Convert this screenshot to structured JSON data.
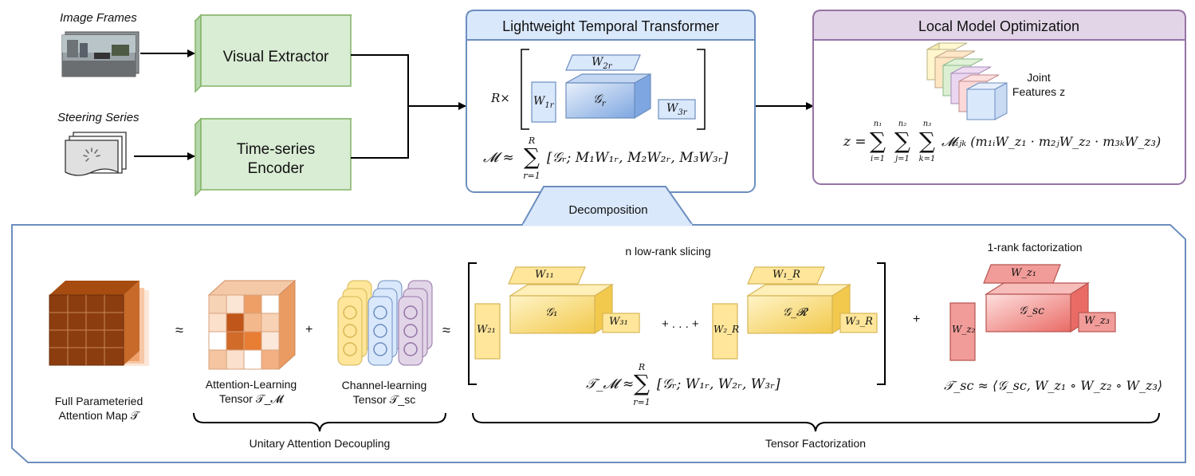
{
  "colors": {
    "extractor_fill": "#d9ecd4",
    "extractor_stroke": "#82b366",
    "transformer_stroke": "#6c8ebf",
    "transformer_header": "#dae8fc",
    "local_stroke": "#9673a6",
    "local_header": "#e1d5e7",
    "yellow_fill": "#ffe69a",
    "yellow_stroke": "#d6b656",
    "red_fill": "#f19c99",
    "red_stroke": "#b85450",
    "blue_fill": "#dae8fc",
    "orange": "#b85d1f"
  },
  "inputs": {
    "image_frames": "Image Frames",
    "steering_series": "Steering Series"
  },
  "blocks": {
    "visual_extractor": "Visual Extractor",
    "ts_encoder_line1": "Time-series",
    "ts_encoder_line2": "Encoder"
  },
  "transformer": {
    "title": "Lightweight Temporal Transformer",
    "repeat": "R×",
    "w1": "W",
    "w1_sub": "1r",
    "w2": "W",
    "w2_sub": "2r",
    "w3": "W",
    "w3_sub": "3r",
    "core": "𝒢",
    "core_sub": "r",
    "formula": "𝓜 ≈ Σ_{r=1}^{R} [𝒢_r; M₁W₁ᵣ, M₂W₂ᵣ, M₃W₃ᵣ]",
    "formula_lhs": "𝓜 ≈",
    "formula_sum_top": "R",
    "formula_sum_bot": "r=1",
    "formula_rhs": "[𝒢ᵣ; M₁W₁ᵣ, M₂W₂ᵣ, M₃W₃ᵣ]"
  },
  "local": {
    "title": "Local Model Optimization",
    "joint_line1": "Joint",
    "joint_line2": "Features z",
    "formula_lhs": "z =",
    "sum1_top": "n₁",
    "sum1_bot": "i=1",
    "sum2_top": "n₂",
    "sum2_bot": "j=1",
    "sum3_top": "n₃",
    "sum3_bot": "k=1",
    "formula_rhs": "𝓜ᵢⱼₖ (m₁ᵢW_z₁ · m₂ⱼW_z₂ · m₃ₖW_z₃)"
  },
  "decomposition": "Decomposition",
  "bottom": {
    "full_map_line1": "Full Parameteried",
    "full_map_line2": "Attention Map 𝒯",
    "approx1": "≈",
    "attn_line1": "Attention-Learning",
    "attn_line2": "Tensor 𝒯_𝓜",
    "plus1": "+",
    "chan_line1": "Channel-learning",
    "chan_line2": "Tensor 𝒯_sc",
    "approx2": "≈",
    "slicing_title": "n low-rank slicing",
    "w1_1": "W₁₁",
    "w2_1": "W₂₁",
    "w3_1": "W₃₁",
    "g1": "𝒢₁",
    "dots": "+ . . . +",
    "w1_R": "W₁_R",
    "w2_R": "W₂_R",
    "w3_R": "W₃_R",
    "gR": "𝒢_𝓡",
    "tm_formula_lhs": "𝒯_𝓜 ≈",
    "tm_sum_top": "R",
    "tm_sum_bot": "r=1",
    "tm_formula_rhs": "[𝒢ᵣ; W₁ᵣ, W₂ᵣ, W₃ᵣ]",
    "plus2": "+",
    "rank1_title": "1-rank factorization",
    "wz1": "W_z₁",
    "wz2": "W_z₂",
    "wz3": "W_z₃",
    "gsc": "𝒢_sc",
    "tsc_formula": "𝒯_sc ≈ ⟨𝒢_sc, W_z₁ ∘ W_z₂ ∘ W_z₃⟩",
    "brace1_label": "Unitary Attention Decoupling",
    "brace2_label": "Tensor Factorization"
  }
}
